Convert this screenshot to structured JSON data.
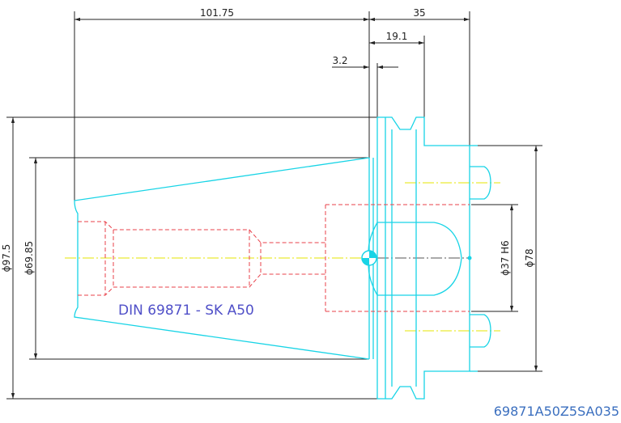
{
  "drawing": {
    "dimensions": {
      "length_total": "101.75",
      "flange_width": "35",
      "groove_depth": "19.1",
      "small_offset": "3.2",
      "outer_dia": "ϕ97.5",
      "taper_dia": "ϕ69.85",
      "bore_dia": "ϕ37 H6",
      "body_dia": "ϕ78"
    },
    "standard_label": "DIN 69871 - SK A50",
    "part_number": "69871A50Z5SA035",
    "colors": {
      "outline": "#18d4e6",
      "hidden": "#e8404a",
      "centerline": "#e6e600",
      "label": "#5050c8",
      "part_number": "#3b6fbf",
      "dimension": "#222222"
    }
  }
}
